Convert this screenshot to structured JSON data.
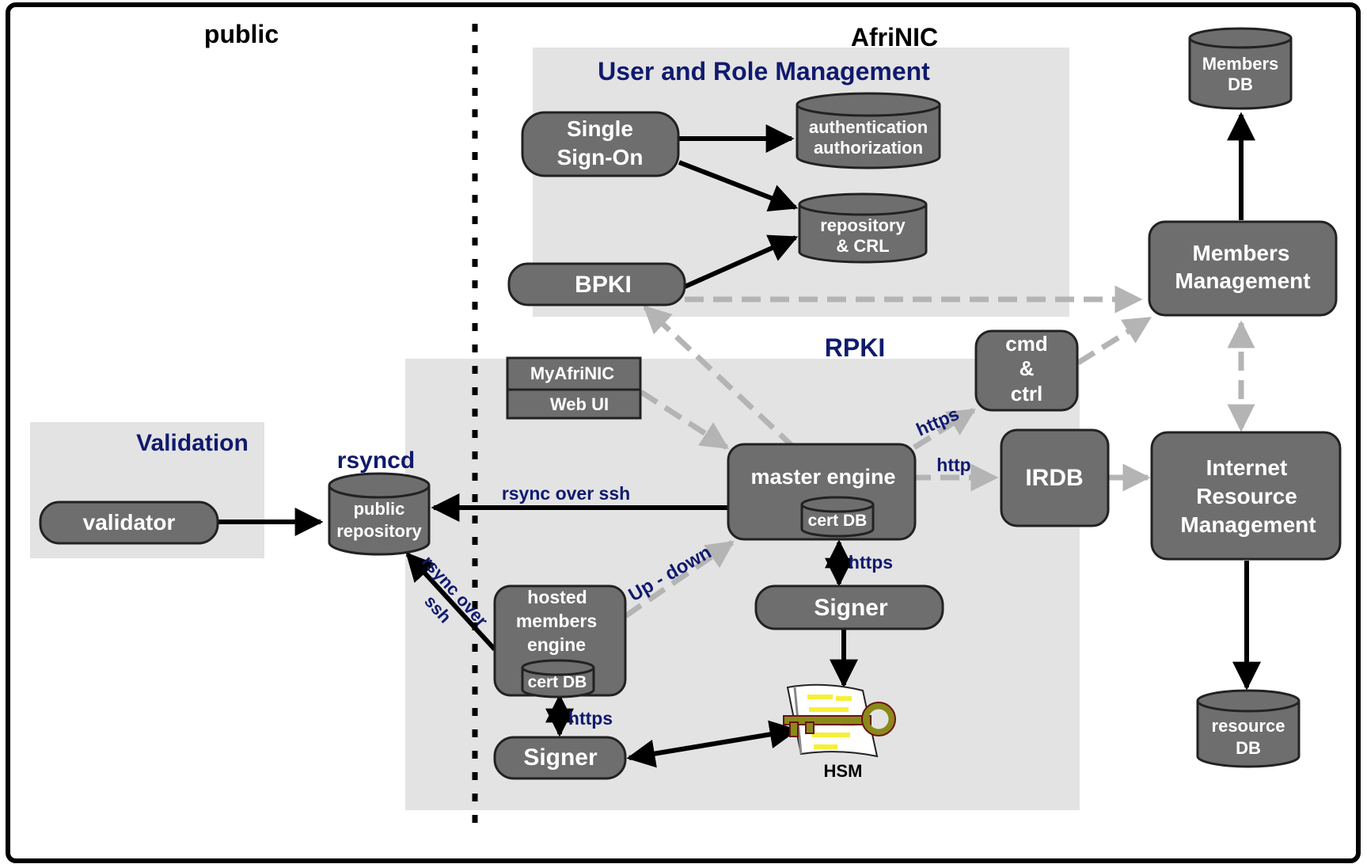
{
  "regions": {
    "public": "public",
    "afrinic": "AfriNIC",
    "user_role": "User and Role Management",
    "rpki": "RPKI",
    "validation": "Validation",
    "rsyncd": "rsyncd"
  },
  "nodes": {
    "single_sign_on": [
      "Single",
      "Sign-On"
    ],
    "authn": [
      "authentication",
      "authorization"
    ],
    "repo_crl": [
      "repository",
      "& CRL"
    ],
    "bpki": "BPKI",
    "members_db": [
      "Members",
      "DB"
    ],
    "members_mgmt": [
      "Members",
      "Management"
    ],
    "cmd_ctrl": [
      "cmd",
      "&",
      "ctrl"
    ],
    "myafrinic": "MyAfriNIC",
    "web_ui": "Web UI",
    "master_engine": "master engine",
    "master_cert_db": "cert DB",
    "irdb": "IRDB",
    "irm": [
      "Internet",
      "Resource",
      "Management"
    ],
    "validator": "validator",
    "public_repo": [
      "public",
      "repository"
    ],
    "hosted": [
      "hosted",
      "members",
      "engine"
    ],
    "hosted_cert_db": "cert DB",
    "signer_master": "Signer",
    "signer_hosted": "Signer",
    "hsm": "HSM",
    "resource_db": [
      "resource",
      "DB"
    ]
  },
  "edges": {
    "rsync_over_ssh": "rsync over ssh",
    "rsync_over_ssh_diag": [
      "rsync over",
      "ssh"
    ],
    "up_down": "Up - down",
    "https_cmd": "https",
    "http_irdb": "http",
    "https_signer": "https",
    "https_hosted": "https"
  },
  "colors": {
    "box_fill": "#6e6e6e",
    "region_fill": "#e3e3e3",
    "title_blue": "#101a6e",
    "dashed_gray": "#b4b4b4"
  }
}
